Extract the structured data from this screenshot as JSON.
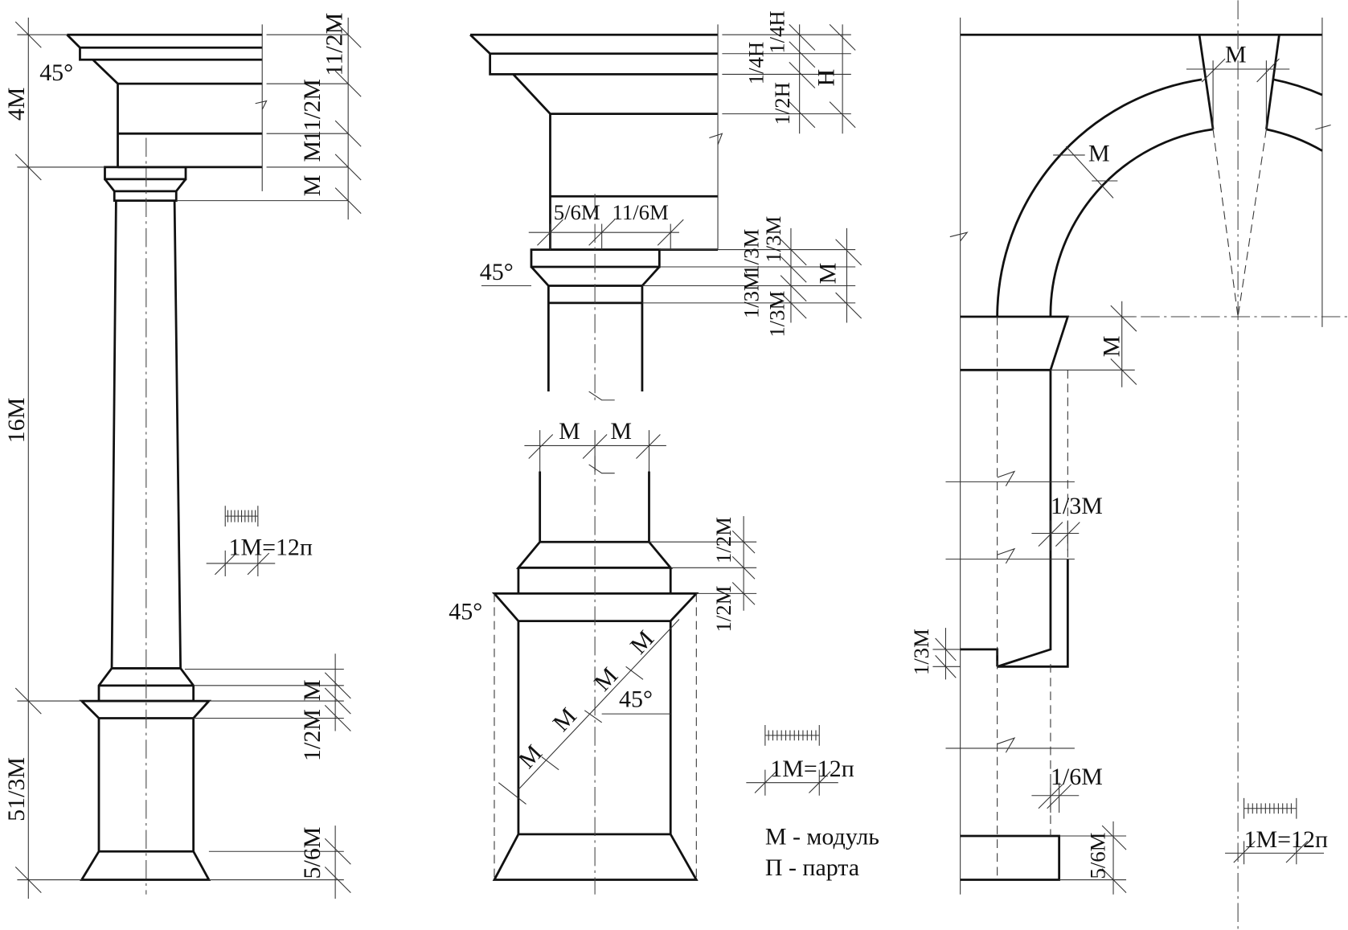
{
  "left_column": {
    "angle": "45°",
    "dim_total_entablature": "4М",
    "dim_shaft": "16М",
    "dim_base": "51/3М",
    "dim_cornice": "11/2М",
    "dim_architrave": "11/2М",
    "dim_frieze_m": "М",
    "dim_capital_m": "М",
    "dim_base_m": "М",
    "dim_base_half": "1/2М",
    "dim_plinth": "5/6М",
    "scale_label": "1М=12п"
  },
  "middle_top": {
    "angle": "45°",
    "dim_quarter_h_1": "1/4Н",
    "dim_quarter_h_2": "1/4Н",
    "dim_h": "Н",
    "dim_half_h": "1/2Н",
    "dim_five_sixth": "5/6М",
    "dim_one_one_sixth": "11/6М",
    "dim_third_1": "1/3М",
    "dim_third_2": "1/3М",
    "dim_third_3": "1/3М",
    "dim_third_4": "1/3М",
    "dim_m": "М"
  },
  "middle_bottom": {
    "dim_m_left": "М",
    "dim_m_right": "М",
    "dim_half_1": "1/2М",
    "dim_half_2": "1/2М",
    "angle_top": "45°",
    "angle_diag": "45°",
    "diag_labels": [
      "М",
      "М",
      "М",
      "М"
    ],
    "scale_label": "1М=12п",
    "legend": [
      "М - модуль",
      "П - парта"
    ]
  },
  "right_column": {
    "dim_keystone": "М",
    "dim_arch": "М",
    "dim_impost": "М",
    "dim_third_1": "1/3М",
    "dim_third_2": "1/3М",
    "dim_sixth": "1/6М",
    "dim_plinth": "5/6М",
    "scale_label": "1М=12п"
  }
}
